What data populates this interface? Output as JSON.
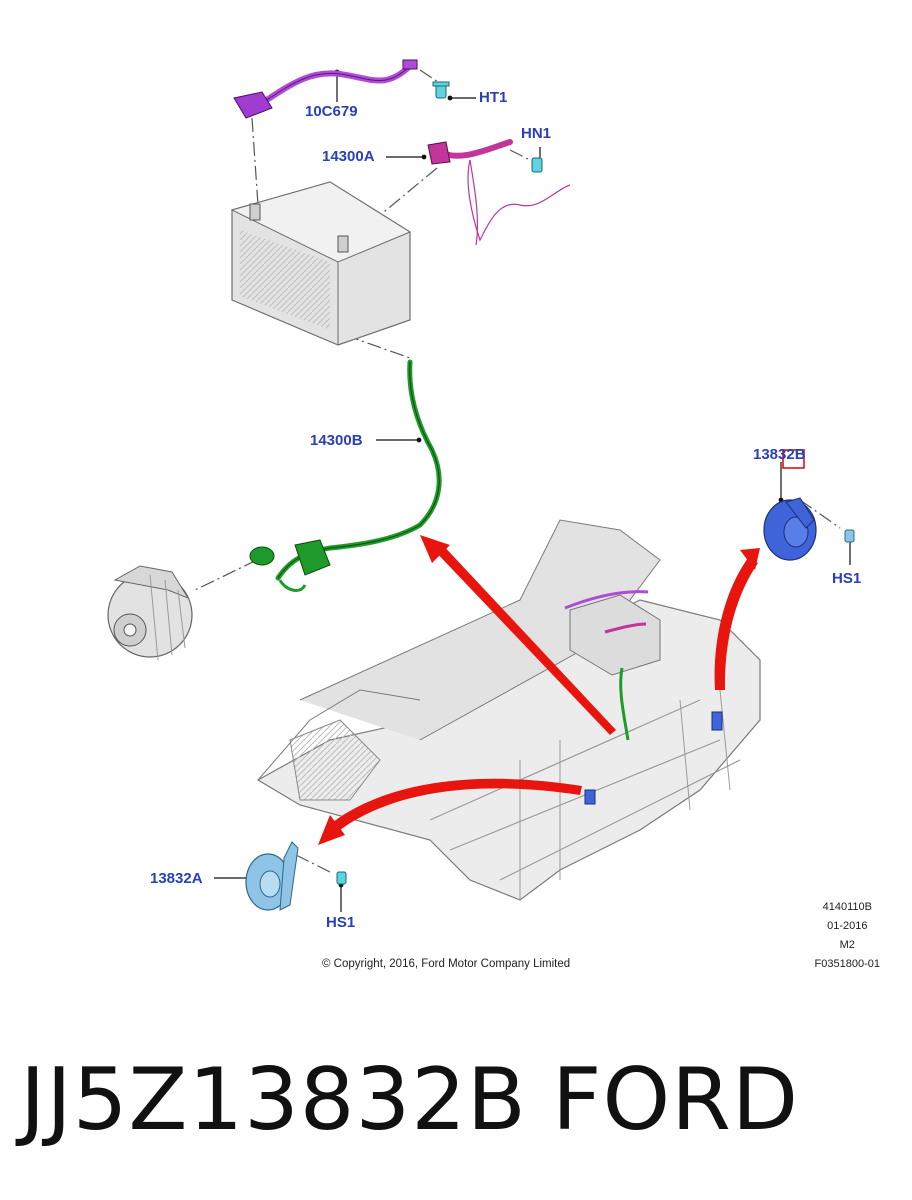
{
  "callouts": {
    "c10c679": "10C679",
    "ht1": "HT1",
    "c14300a": "14300A",
    "hn1": "HN1",
    "c14300b": "14300B",
    "c13832b": "13832B",
    "hs1_right": "HS1",
    "c13832a": "13832A",
    "hs1_left": "HS1"
  },
  "copyright": "© Copyright, 2016, Ford Motor Company Limited",
  "stamp": {
    "line1": "4140110B",
    "line2": "01-2016",
    "line3": "M2",
    "line4": "F0351800-01"
  },
  "caption": {
    "part_number": "JJ5Z13832B",
    "brand": "FORD"
  },
  "colors": {
    "callout": "#2a3fb8",
    "harness_purple": "#b04ad8",
    "harness_magenta": "#c2359a",
    "harness_green": "#1e9a2a",
    "horn_blue": "#3f63d8",
    "horn_light": "#8fc4e6",
    "arrow_red": "#e8150f",
    "part_gray": "#d6d6d6",
    "highlight_box": "#e01010"
  }
}
